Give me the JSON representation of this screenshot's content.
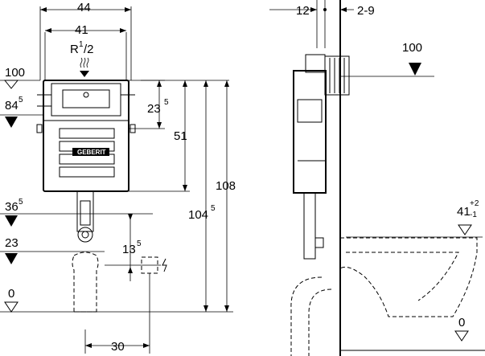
{
  "dimensions": {
    "width_44": "44",
    "width_41": "41",
    "connection": "R",
    "connection_sup": "1",
    "connection_frac": "/2",
    "lvl_100_left": "100",
    "lvl_84": "84",
    "lvl_84_sup": "5",
    "dim_23_5": "23",
    "dim_23_5_sup": "5",
    "dim_51": "51",
    "dim_108": "108",
    "dim_104_5": "104",
    "dim_104_5_sup": "5",
    "lvl_36": "36",
    "lvl_36_sup": "5",
    "lvl_23": "23",
    "dim_13_5": "13",
    "dim_13_5_sup": "5",
    "lvl_0_left": "0",
    "dim_30": "30",
    "dim_12": "12",
    "dim_2_9": "2-9",
    "lvl_100_right": "100",
    "lvl_41": "41",
    "lvl_41_plus": "+2",
    "lvl_41_minus": "-1",
    "lvl_0_right": "0"
  },
  "brand": "GEBERIT"
}
